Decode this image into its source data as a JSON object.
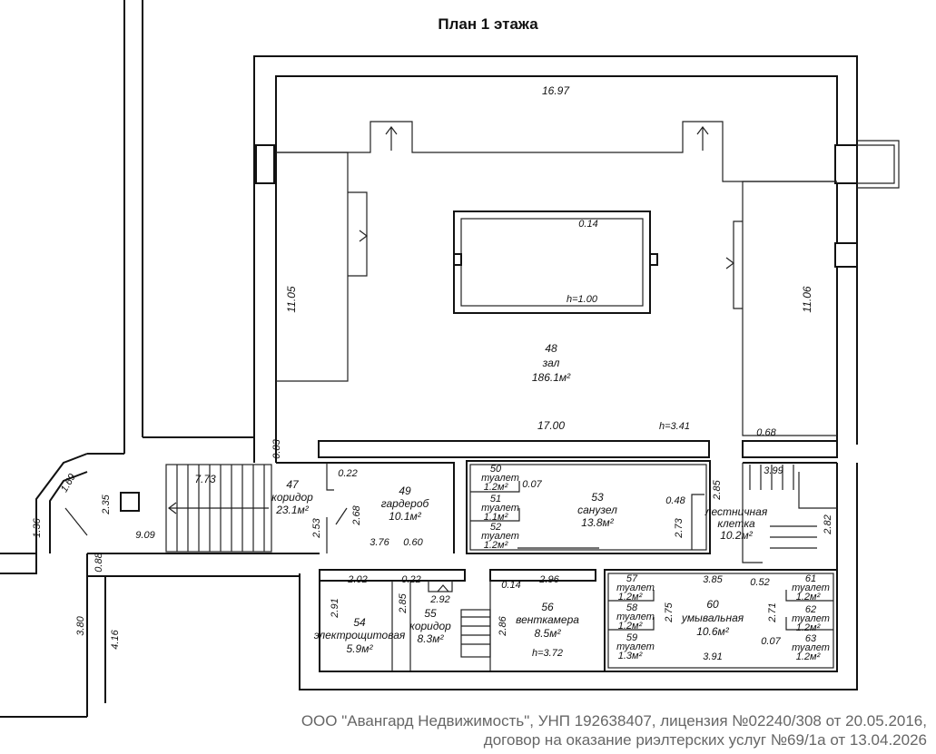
{
  "title": "План 1 этажа",
  "rooms": {
    "r48": {
      "num": "48",
      "name": "зал",
      "area": "186.1м²"
    },
    "r47": {
      "num": "47",
      "name": "коридор",
      "area": "23.1м²"
    },
    "r49": {
      "num": "49",
      "name": "гардероб",
      "area": "10.1м²"
    },
    "r50": {
      "num": "50",
      "name": "туалет",
      "area": "1.2м²"
    },
    "r51": {
      "num": "51",
      "name": "туалет",
      "area": "1.1м²"
    },
    "r52": {
      "num": "52",
      "name": "туалет",
      "area": "1.2м²"
    },
    "r53": {
      "num": "53",
      "name": "санузел",
      "area": "13.8м²"
    },
    "r54": {
      "num": "54",
      "name": "электрощитовая",
      "area": "5.9м²"
    },
    "r55": {
      "num": "55",
      "name": "коридор",
      "area": "8.3м²"
    },
    "r56": {
      "num": "56",
      "name": "венткамера",
      "area": "8.5м²"
    },
    "r57": {
      "num": "57",
      "name": "туалет",
      "area": "1.2м²"
    },
    "r58": {
      "num": "58",
      "name": "туалет",
      "area": "1.2м²"
    },
    "r59": {
      "num": "59",
      "name": "туалет",
      "area": "1.3м²"
    },
    "r60": {
      "num": "60",
      "name": "умывальная",
      "area": "10.6м²"
    },
    "r61": {
      "num": "61",
      "name": "туалет",
      "area": "1.2м²"
    },
    "r62": {
      "num": "62",
      "name": "туалет",
      "area": "1.2м²"
    },
    "r63": {
      "num": "63",
      "name": "туалет",
      "area": "1.2м²"
    },
    "stair": {
      "name1": "лестничная",
      "name2": "клетка",
      "area": "10.2м²"
    }
  },
  "dims": {
    "d1697": "16.97",
    "d1105": "11.05",
    "d1106": "11.06",
    "d1700": "17.00",
    "h341": "h=3.41",
    "d014a": "0.14",
    "h100": "h=1.00",
    "d083": "0.83",
    "d773": "7.73",
    "d022a": "0.22",
    "d253": "2.53",
    "d268": "2.68",
    "d376": "3.76",
    "d060": "0.60",
    "d169": "1.69",
    "d235": "2.35",
    "d136": "1.36",
    "d909": "9.09",
    "d088": "0.88",
    "d380": "3.80",
    "d416": "4.16",
    "d007a": "0.07",
    "d048": "0.48",
    "d285a": "2.85",
    "d273": "2.73",
    "d068": "0.68",
    "d399": "3.99",
    "d282": "2.82",
    "d052": "0.52",
    "d202": "2.02",
    "d022b": "0.22",
    "d291": "2.91",
    "d285b": "2.85",
    "d292": "2.92",
    "d014b": "0.14",
    "d296": "2.96",
    "d286": "2.86",
    "h372": "h=3.72",
    "d385": "3.85",
    "d275": "2.75",
    "d271": "2.71",
    "d007b": "0.07",
    "d391": "3.91"
  },
  "footer": {
    "line1": "ООО \"Авангард Недвижимость\", УНП 192638407, лицензия №02240/308 от 20.05.2016,",
    "line2": "договор на оказание риэлтерских услуг №69/1а от 13.04.2026"
  }
}
